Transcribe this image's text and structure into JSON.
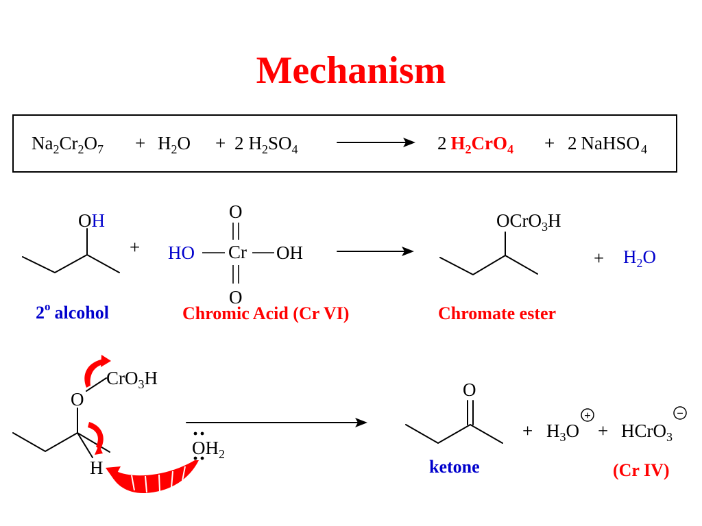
{
  "title": "Mechanism",
  "colors": {
    "title": "#ff0000",
    "red": "#ff0000",
    "blue": "#0000cc",
    "black": "#000000"
  },
  "equation": {
    "reactant1": {
      "a": "Na",
      "b": "2",
      "c": "Cr",
      "d": "2",
      "e": "O",
      "f": "7"
    },
    "plus": "+",
    "reactant2": {
      "a": "H",
      "b": "2",
      "c": "O"
    },
    "reactant3": {
      "coef": "2",
      "a": "H",
      "b": "2",
      "c": "SO",
      "d": "4"
    },
    "product1": {
      "coef": "2",
      "a": "H",
      "b": "2",
      "c": "CrO",
      "d": "4"
    },
    "product2": {
      "coef": "2",
      "a": "NaHSO",
      "b": "4"
    }
  },
  "step1": {
    "alcohol_oh": {
      "o": "O",
      "h": "H"
    },
    "plus": "+",
    "acid": {
      "o_top": "O",
      "o_bottom": "O",
      "ho": "HO",
      "cr": "Cr",
      "oh": "OH"
    },
    "ester": {
      "a": "OCrO",
      "b": "3",
      "c": "H"
    },
    "water": {
      "a": "H",
      "b": "2",
      "c": "O"
    },
    "labels": {
      "alcohol_deg": "2",
      "alcohol_sup": "o",
      "alcohol_word": "alcohol",
      "acid": "Chromic Acid (Cr VI)",
      "ester": "Chromate ester"
    }
  },
  "step2": {
    "cro3h": {
      "a": "CrO",
      "b": "3",
      "c": "H"
    },
    "o_label": "O",
    "h_label": "H",
    "water": {
      "a": "OH",
      "b": "2",
      "lone_pair": "··"
    },
    "ketone_o": "O",
    "ketone_label": "ketone",
    "plus": "+",
    "hydronium": {
      "a": "H",
      "b": "3",
      "c": "O",
      "charge": "+"
    },
    "hcro3": {
      "a": "HCrO",
      "b": "3",
      "charge": "−"
    },
    "cr_label": "(Cr IV)"
  }
}
